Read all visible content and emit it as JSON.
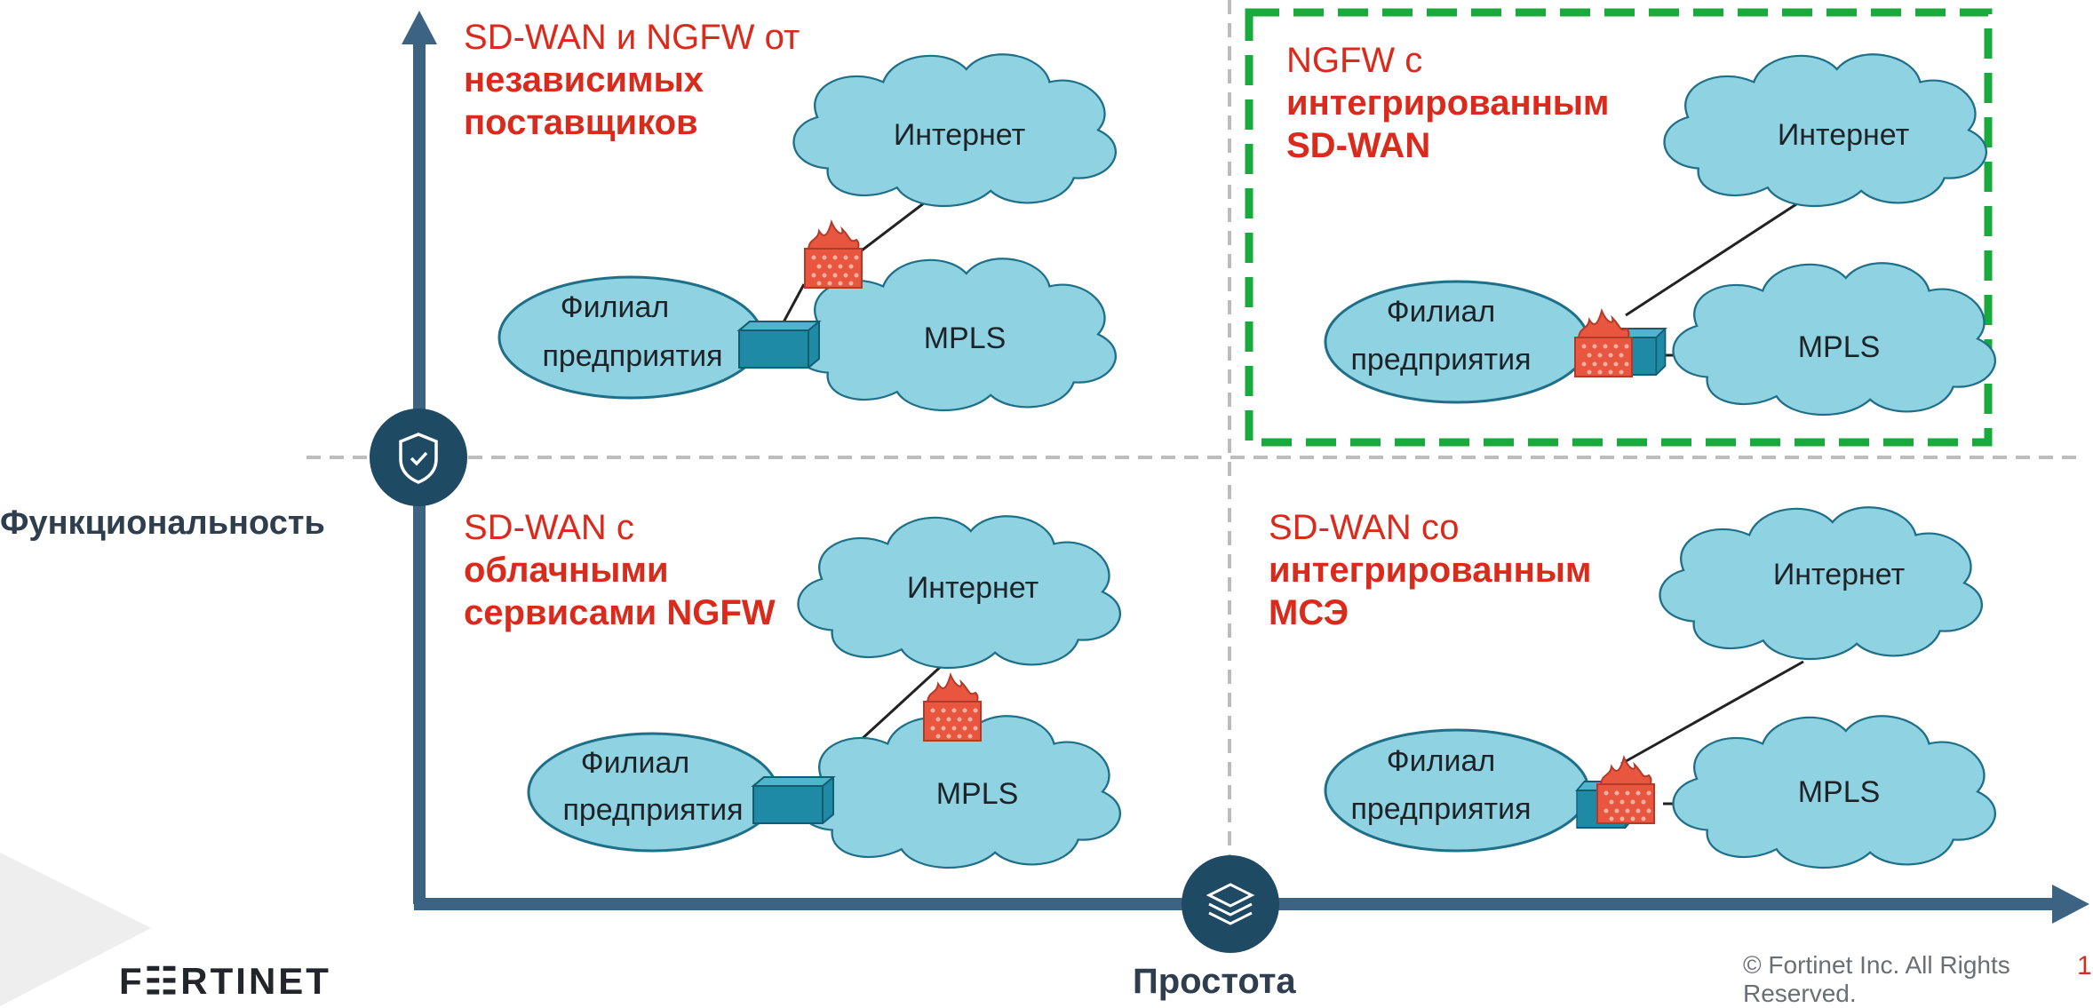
{
  "axes": {
    "y_label": "Функциональность",
    "x_label": "Простота"
  },
  "quadrants": {
    "top_left": {
      "title_light": "SD-WAN и NGFW от",
      "title_bold_1": "независимых",
      "title_bold_2": "поставщиков"
    },
    "top_right": {
      "title_light": "NGFW с",
      "title_bold_1": "интегрированным",
      "title_bold_2": "SD-WAN"
    },
    "bottom_left": {
      "title_light": "SD-WAN с",
      "title_bold_1": "облачными",
      "title_bold_2": "сервисами NGFW"
    },
    "bottom_right": {
      "title_light": "SD-WAN со",
      "title_bold_1": "интегрированным",
      "title_bold_2": "МСЭ"
    }
  },
  "network_labels": {
    "internet": "Интернет",
    "mpls": "MPLS",
    "branch_line_1": "Филиал",
    "branch_line_2": "предприятия"
  },
  "footer": {
    "logo": "F☷RTINET",
    "copyright": "© Fortinet Inc. All Rights Reserved.",
    "page_number": "1"
  },
  "colors": {
    "axis": "#3d6383",
    "title_red": "#d92a1c",
    "cloud_fill": "#8fd3e2",
    "cloud_stroke": "#1f6f88",
    "highlight_border": "#1aaa3c",
    "divider": "#bdbdbd",
    "device": "#1f8aa6",
    "firewall": "#e8563f"
  },
  "icons": {
    "y_axis_badge": "shield-check-icon",
    "x_axis_badge": "layers-icon"
  }
}
